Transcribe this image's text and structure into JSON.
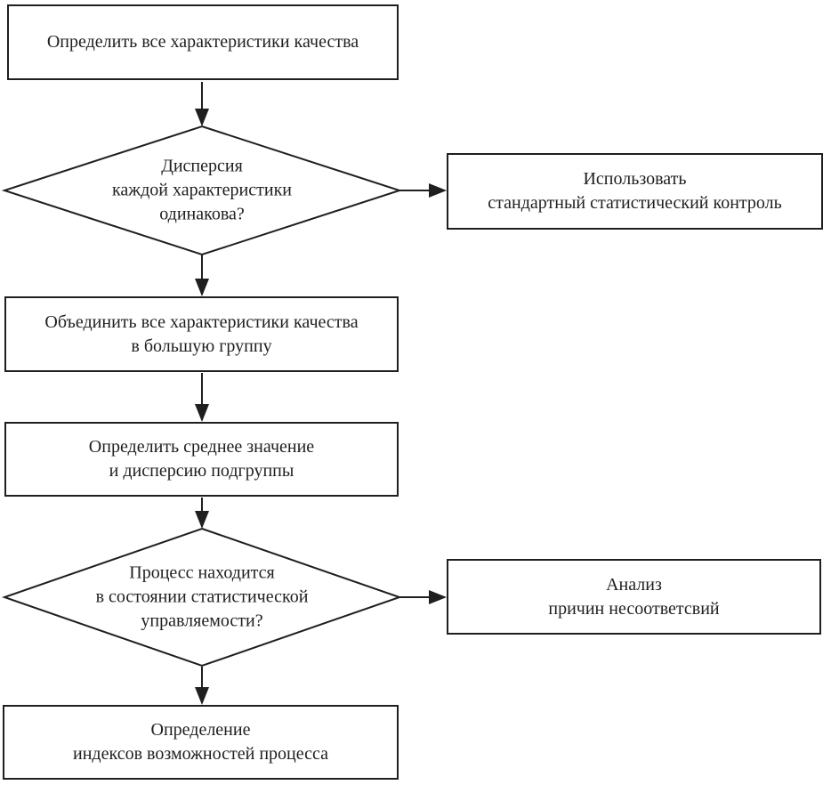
{
  "diagram": {
    "kind": "flowchart",
    "language": "ru",
    "nodes": {
      "define": {
        "type": "process",
        "label": "Определить все характеристики качества"
      },
      "dispersion_question": {
        "type": "decision",
        "label": "Дисперсия\nкаждой характеристики\nодинакова?"
      },
      "standard_control": {
        "type": "process",
        "label": "Использовать\nстандартный статистический контроль"
      },
      "combine": {
        "type": "process",
        "label": "Объединить все характеристики качества\nв большую группу"
      },
      "mean_dispersion": {
        "type": "process",
        "label": "Определить среднее значение\nи дисперсию подгруппы"
      },
      "control_question": {
        "type": "decision",
        "label": "Процесс находится\nв состоянии статистической\nуправляемости?"
      },
      "analysis": {
        "type": "process",
        "label": "Анализ\nпричин несоответсвий"
      },
      "capability": {
        "type": "process",
        "label": "Определение\nиндексов возможностей процесса"
      }
    },
    "edges": [
      {
        "from": "define",
        "to": "dispersion_question"
      },
      {
        "from": "dispersion_question",
        "to": "standard_control"
      },
      {
        "from": "dispersion_question",
        "to": "combine"
      },
      {
        "from": "combine",
        "to": "mean_dispersion"
      },
      {
        "from": "mean_dispersion",
        "to": "control_question"
      },
      {
        "from": "control_question",
        "to": "analysis"
      },
      {
        "from": "control_question",
        "to": "capability"
      }
    ]
  },
  "colors": {
    "line": "#1f1f1f",
    "text": "#1f1f1f",
    "background": "#ffffff"
  }
}
